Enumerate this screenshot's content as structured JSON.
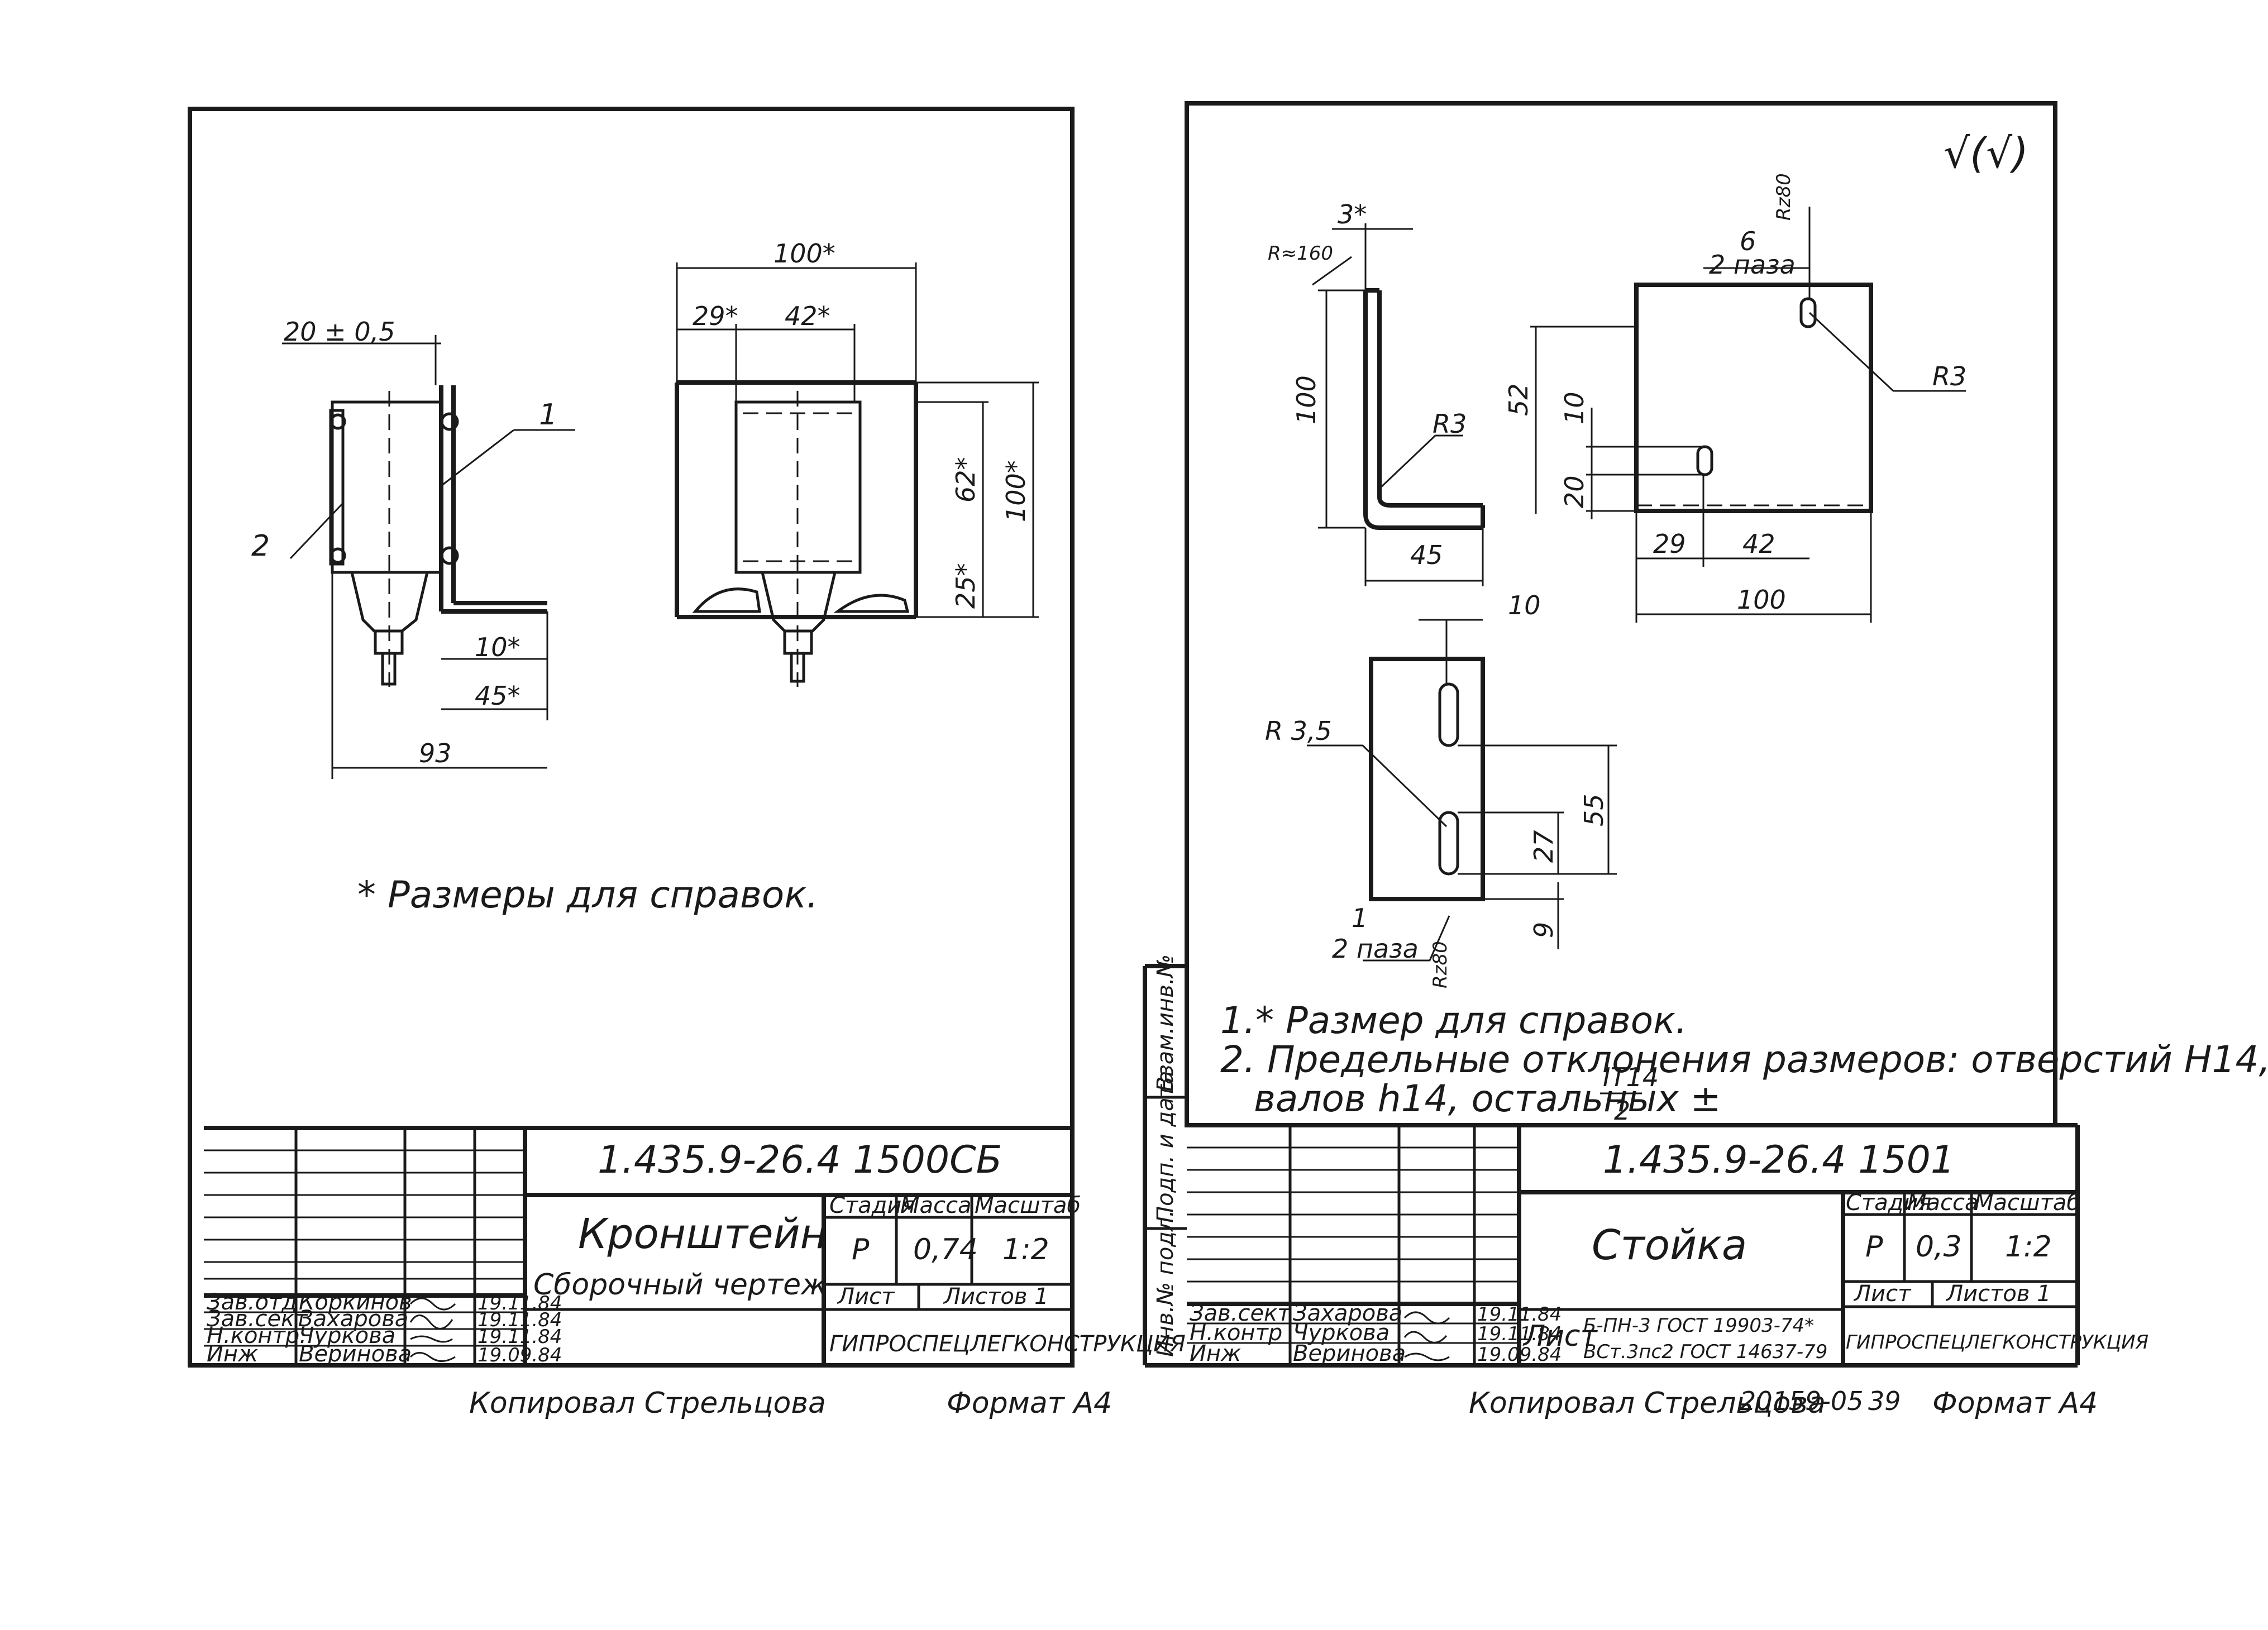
{
  "sheet1": {
    "title_code": "1.435.9-26.4  1500СБ",
    "name_line1": "Кронштейн",
    "name_line2": "Сборочный  чертеж",
    "stage_header": "Стадия",
    "mass_header": "Масса",
    "scale_header": "Масштаб",
    "stage": "Р",
    "mass": "0,74",
    "scale": "1:2",
    "sheet_label": "Лист",
    "sheets_label": "Листов 1",
    "org": "ГИПРОСПЕЦЛЕГКОНСТРУКЦИЯ",
    "signatures": [
      {
        "role": "Зав.отд",
        "name": "Коркинов",
        "date": "19.11.84"
      },
      {
        "role": "Зав.сект",
        "name": "Захарова",
        "date": "19.11.84"
      },
      {
        "role": "Н.контр.",
        "name": "Чуркова",
        "date": "19.11.84"
      },
      {
        "role": "Инж",
        "name": "Веринова",
        "date": "19.09.84"
      }
    ],
    "copied": "Копировал  Стрельцова",
    "format": "Формат  А4",
    "note": "* Размеры  для  справок.",
    "dims": {
      "d20": "20 ± 0,5",
      "d100": "100*",
      "d29": "29*",
      "d42": "42*",
      "d62": "62*",
      "d100v": "100*",
      "d25": "25*",
      "d10": "10*",
      "d45": "45*",
      "d93": "93",
      "pos1": "1",
      "pos2": "2"
    }
  },
  "sheet2": {
    "mark": "√(√)",
    "title_code": "1.435.9-26.4  1501",
    "name": "Стойка",
    "stage_header": "Стадия",
    "mass_header": "Масса",
    "scale_header": "Масштаб",
    "stage": "Р",
    "mass": "0,3",
    "scale": "1:2",
    "sheet_label": "Лист",
    "sheets_label": "Листов 1",
    "org": "ГИПРОСПЕЦЛЕГКОНСТРУКЦИЯ",
    "material_label": "Лист",
    "material_line1": "Б-ПН-3 ГОСТ 19903-74*",
    "material_line2": "ВСт.3пс2 ГОСТ 14637-79",
    "signatures": [
      {
        "role": "Зав.сект",
        "name": "Захарова",
        "date": "19.11.84"
      },
      {
        "role": "Н.контр",
        "name": "Чуркова",
        "date": "19.11.84"
      },
      {
        "role": "Инж",
        "name": "Веринова",
        "date": "19.09.84"
      }
    ],
    "side_labels": [
      "Инв.№ подл.",
      "Подп. и дата",
      "Взам.инв.№"
    ],
    "copied": "Копировал  Стрельцова",
    "stamp_no": "20159-05",
    "page": "39",
    "format": "Формат  А4",
    "note1": "1.* Размер  для  справок.",
    "note2": "2.  Предельные  отклонения  размеров: отверстий  Н14,",
    "note3": "валов  h14,  остальных ±",
    "tol_num": "IT14",
    "tol_den": "2",
    "dims": {
      "d3": "3*",
      "r160": "R≈160",
      "d100": "100",
      "r3a": "R3",
      "d45": "45",
      "d6": "6",
      "pos2a": "2 паза",
      "rz": "Rz80",
      "d52": "52",
      "d10": "10",
      "d20": "20",
      "r3b": "R3",
      "d29": "29",
      "d42": "42",
      "d100b": "100",
      "d10b": "10",
      "r35": "R 3,5",
      "d55": "55",
      "d27": "27",
      "d9": "9",
      "pos1": "1",
      "pos2b": "2 паза",
      "rz2": "Rz80"
    }
  }
}
